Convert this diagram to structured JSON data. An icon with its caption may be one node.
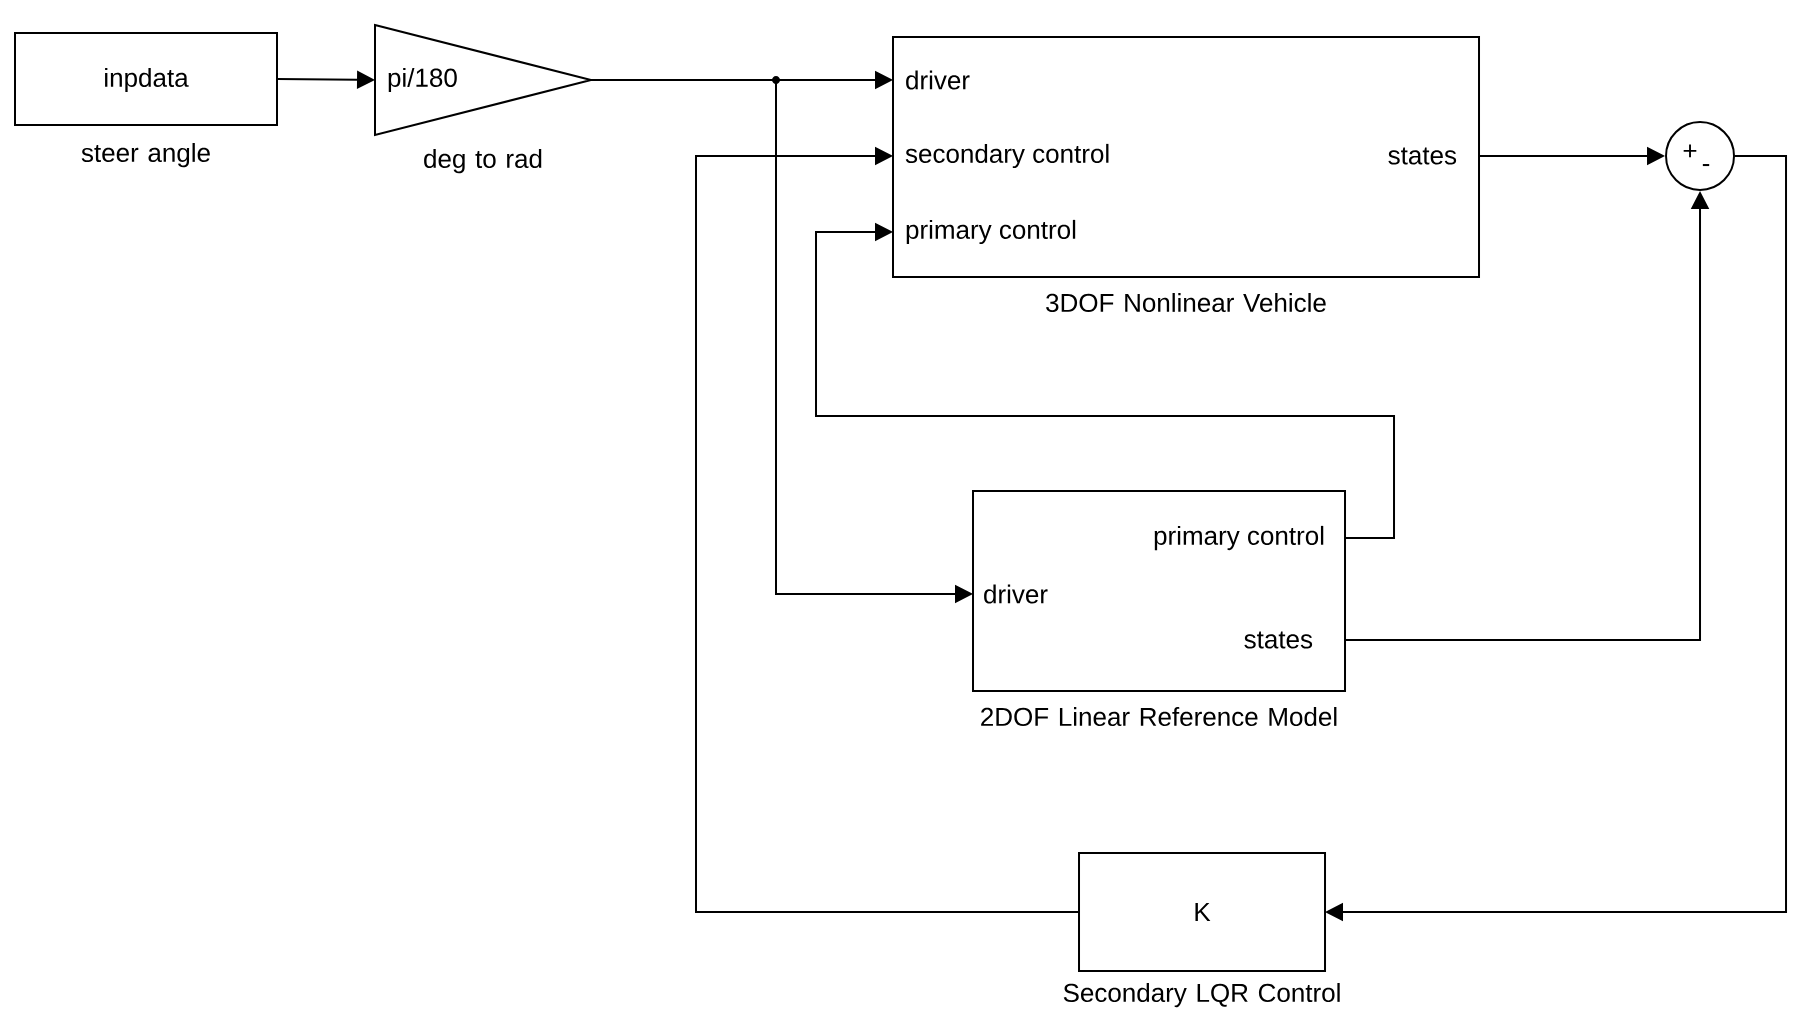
{
  "diagram": {
    "nodes": [
      {
        "text": [
          "inpdata"
        ],
        "beside": [
          "steer angle"
        ]
      },
      {
        "text": [
          "pi/180"
        ],
        "beside": [
          "deg to rad"
        ]
      },
      {
        "text": [
          "driver",
          "secondary control",
          "primary control",
          "states"
        ],
        "beside": [
          "3DOF Nonlinear Vehicle"
        ]
      },
      {
        "text": [
          "+",
          "-"
        ]
      },
      {
        "text": [
          "primary control",
          "driver",
          "states"
        ],
        "beside": [
          "2DOF Linear Reference Model"
        ]
      },
      {
        "text": [
          "K"
        ],
        "beside": [
          "Secondary LQR Control"
        ]
      }
    ],
    "edges": [
      {
        "from": 0,
        "to": 1,
        "arrow": "to"
      },
      {
        "from": 1,
        "to": 2,
        "arrow": "to"
      },
      {
        "from": 1,
        "to": 4,
        "arrow": "to"
      },
      {
        "from": 5,
        "to": 2,
        "arrow": "to"
      },
      {
        "from": 4,
        "to": 2,
        "arrow": "to"
      },
      {
        "from": 2,
        "to": 3,
        "arrow": "to"
      },
      {
        "from": 4,
        "to": 3,
        "arrow": "to"
      },
      {
        "from": 3,
        "to": 5,
        "arrow": "to"
      }
    ]
  }
}
